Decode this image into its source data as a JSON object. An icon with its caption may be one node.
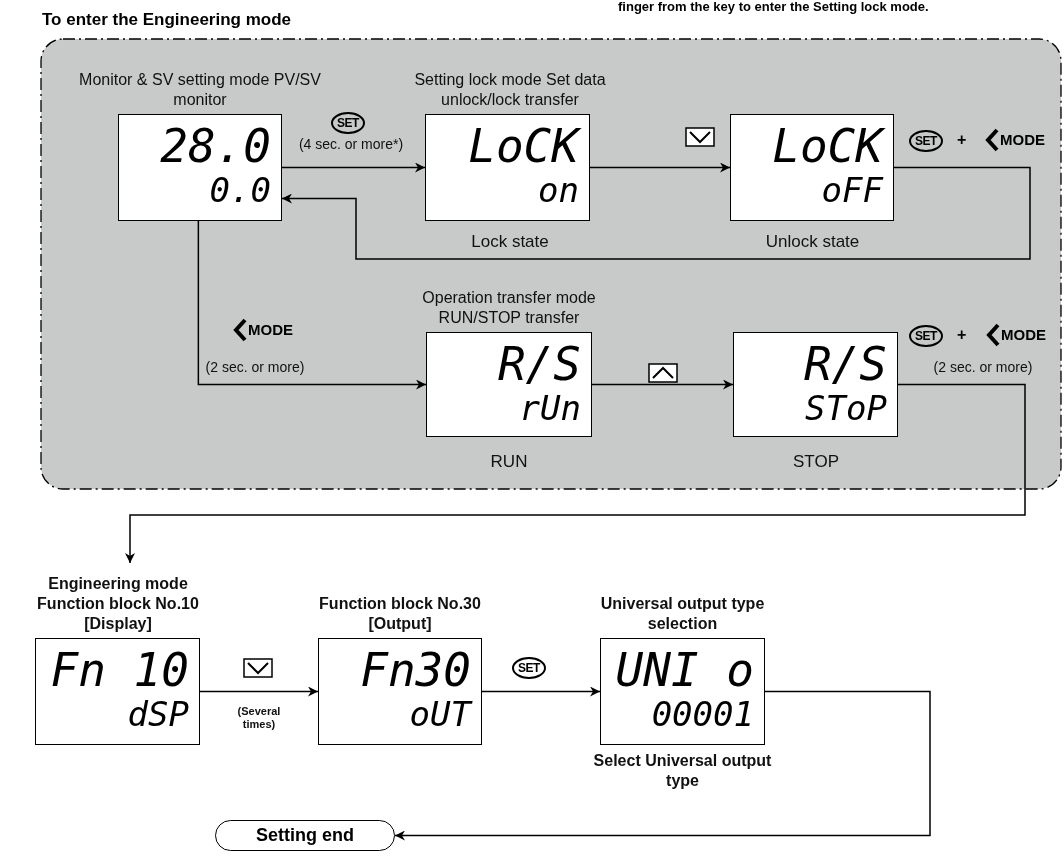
{
  "diagram": {
    "nodes": [
      {
        "text": [
          "To enter the Engineering mode"
        ]
      },
      {
        "text": [
          "Monitor & SV setting mode PV/SV monitor",
          "28.0",
          "0.0"
        ],
        "in": 0
      },
      {
        "text": [
          "Setting lock mode Set data unlock/lock transfer",
          "LoCK",
          "on"
        ],
        "beside": [
          "Lock state"
        ],
        "in": 0
      },
      {
        "text": [
          "LoCK",
          "oFF"
        ],
        "beside": [
          "Unlock state"
        ],
        "in": 0
      },
      {
        "text": [
          "Operation transfer mode RUN/STOP transfer",
          "R/S",
          "rUn"
        ],
        "beside": [
          "RUN"
        ],
        "in": 0
      },
      {
        "text": [
          "R/S",
          "SToP"
        ],
        "beside": [
          "STOP"
        ],
        "in": 0
      },
      {
        "text": [
          "Engineering mode Function block No.10 [Display]",
          "Fn 10",
          "dSP"
        ]
      },
      {
        "text": [
          "Function block No.30 [Output]",
          "Fn30",
          "oUT"
        ]
      },
      {
        "text": [
          "Universal output type selection",
          "UNI o",
          "00001"
        ],
        "beside": [
          "Select Universal output type"
        ]
      },
      {
        "text": [
          "Setting end"
        ]
      }
    ],
    "edges": [
      {
        "from": 1,
        "to": 2,
        "arrow": "to",
        "label": "(4 sec. or more*)"
      },
      {
        "from": 2,
        "to": 3,
        "arrow": "to"
      },
      {
        "from": 3,
        "to": 1,
        "arrow": "to"
      },
      {
        "from": 1,
        "to": 4,
        "arrow": "to",
        "label": "(2 sec. or more)"
      },
      {
        "from": 4,
        "to": 5,
        "arrow": "to"
      },
      {
        "from": 5,
        "to": 6,
        "arrow": "to",
        "label": "(2 sec. or more)"
      },
      {
        "from": 6,
        "to": 7,
        "arrow": "to",
        "label": "(Several times)"
      },
      {
        "from": 7,
        "to": 8,
        "arrow": "to"
      },
      {
        "from": 8,
        "to": 9,
        "arrow": "to"
      }
    ],
    "labels": [
      "finger from the key to enter the Setting lock mode.",
      "SET",
      "SET",
      "+",
      "MODE",
      "MODE",
      "SET",
      "+",
      "MODE",
      "SET"
    ]
  }
}
